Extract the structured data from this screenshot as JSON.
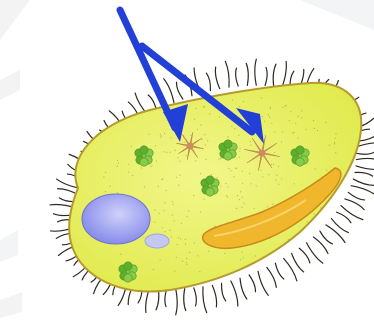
{
  "image": {
    "subject": "paramecium-illustration",
    "colors": {
      "background": "#ffffff",
      "cell_fill": "#e4ee58",
      "cell_outline": "#b79a2c",
      "cilia": "#2e2a22",
      "oral_groove": "#f0b72d",
      "macronucleus": "#8f92ea",
      "micronucleus": "#c5c9f2",
      "food_vacuole": "#78c43c",
      "contractile_vacuole": "#d7a06f",
      "arrow": "#2240d8"
    },
    "icons": [
      "paramecium-body",
      "contractile-vacuole",
      "arrow-pointer"
    ]
  }
}
